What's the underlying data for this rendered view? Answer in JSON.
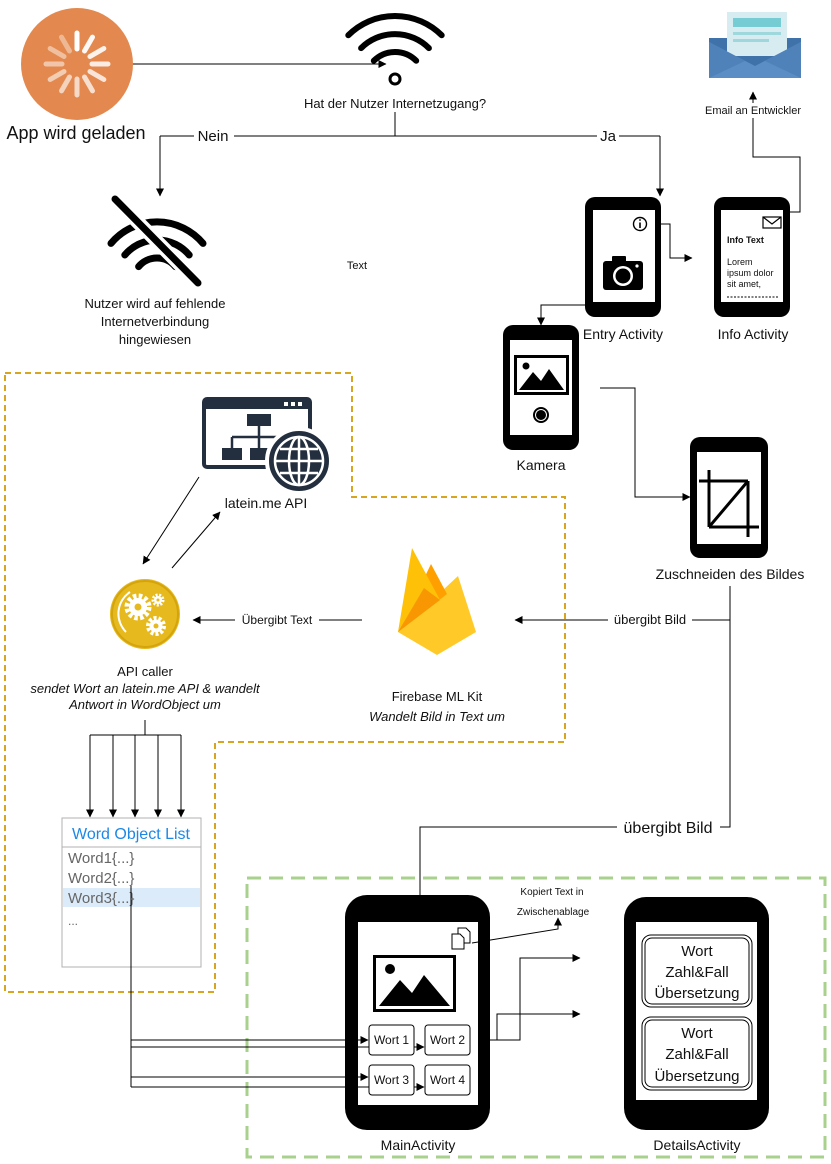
{
  "colors": {
    "loading_circle": "#E3894F",
    "api_caller_circle": "#E6B91E",
    "api_icon_dark": "#232F3E",
    "word_list_title": "#1E88E5",
    "word_list_highlight": "#DCEBFA",
    "api_region_border": "#D9A520",
    "app_region_border": "#A9D18E",
    "email_blue": "#5A8EC4",
    "firebase_yellow": "#FFCA28",
    "firebase_orange": "#FFA000"
  },
  "nodes": {
    "app_loading": {
      "label": "App wird geladen",
      "icon": "loading-spinner-icon"
    },
    "internet_check": {
      "label": "Hat der Nutzer Internetzugang?",
      "icon": "wifi-icon"
    },
    "no_internet": {
      "icon": "no-wifi-icon",
      "label_lines": [
        "Nutzer wird auf fehlende",
        "Internetverbindung",
        "hingewiesen"
      ]
    },
    "free_text": "Text",
    "email": {
      "icon": "email-icon",
      "label": "Email an Entwickler"
    },
    "entry_activity": {
      "label": "Entry Activity",
      "icons": [
        "info-icon",
        "camera-icon"
      ]
    },
    "info_activity": {
      "label": "Info Activity",
      "screen_title": "Info Text",
      "screen_lines": [
        "Lorem",
        "ipsum dolor",
        "sit amet,"
      ],
      "icons": [
        "envelope-icon"
      ]
    },
    "camera": {
      "label": "Kamera",
      "icons": [
        "image-icon",
        "shutter-button-icon"
      ]
    },
    "crop": {
      "label": "Zuschneiden des Bildes",
      "icons": [
        "crop-icon"
      ]
    },
    "firebase": {
      "label": "Firebase ML Kit",
      "sublabel": "Wandelt Bild in Text um",
      "icon": "firebase-icon"
    },
    "api_caller": {
      "label": "API caller",
      "sublabel_lines": [
        "sendet Wort an latein.me API & wandelt",
        "Antwort in WordObject um"
      ],
      "icon": "gears-icon"
    },
    "latein_api": {
      "label": "latein.me API",
      "icon": "web-api-globe-icon"
    },
    "word_list": {
      "title": "Word Object List",
      "items": [
        "Word1{...}",
        "Word2{...}",
        "Word3{...}",
        "..."
      ],
      "selected_index": 2
    },
    "main_activity": {
      "label": "MainActivity",
      "words": [
        "Wort 1",
        "Wort 2",
        "Wort 3",
        "Wort 4"
      ],
      "icons": [
        "image-icon",
        "copy-icon"
      ]
    },
    "details_activity": {
      "label": "DetailsActivity",
      "cards": [
        {
          "lines": [
            "Wort",
            "Zahl&Fall",
            "Übersetzung"
          ]
        },
        {
          "lines": [
            "Wort",
            "Zahl&Fall",
            "Übersetzung"
          ]
        }
      ]
    }
  },
  "edges": {
    "no_label": "Nein",
    "yes_label": "Ja",
    "crop_to_firebase_label": "übergibt Bild",
    "firebase_to_api_label": "Übergibt Text",
    "crop_to_main_label": "übergibt Bild",
    "copy_label_lines": [
      "Kopiert Text in",
      "Zwischenablage"
    ]
  }
}
